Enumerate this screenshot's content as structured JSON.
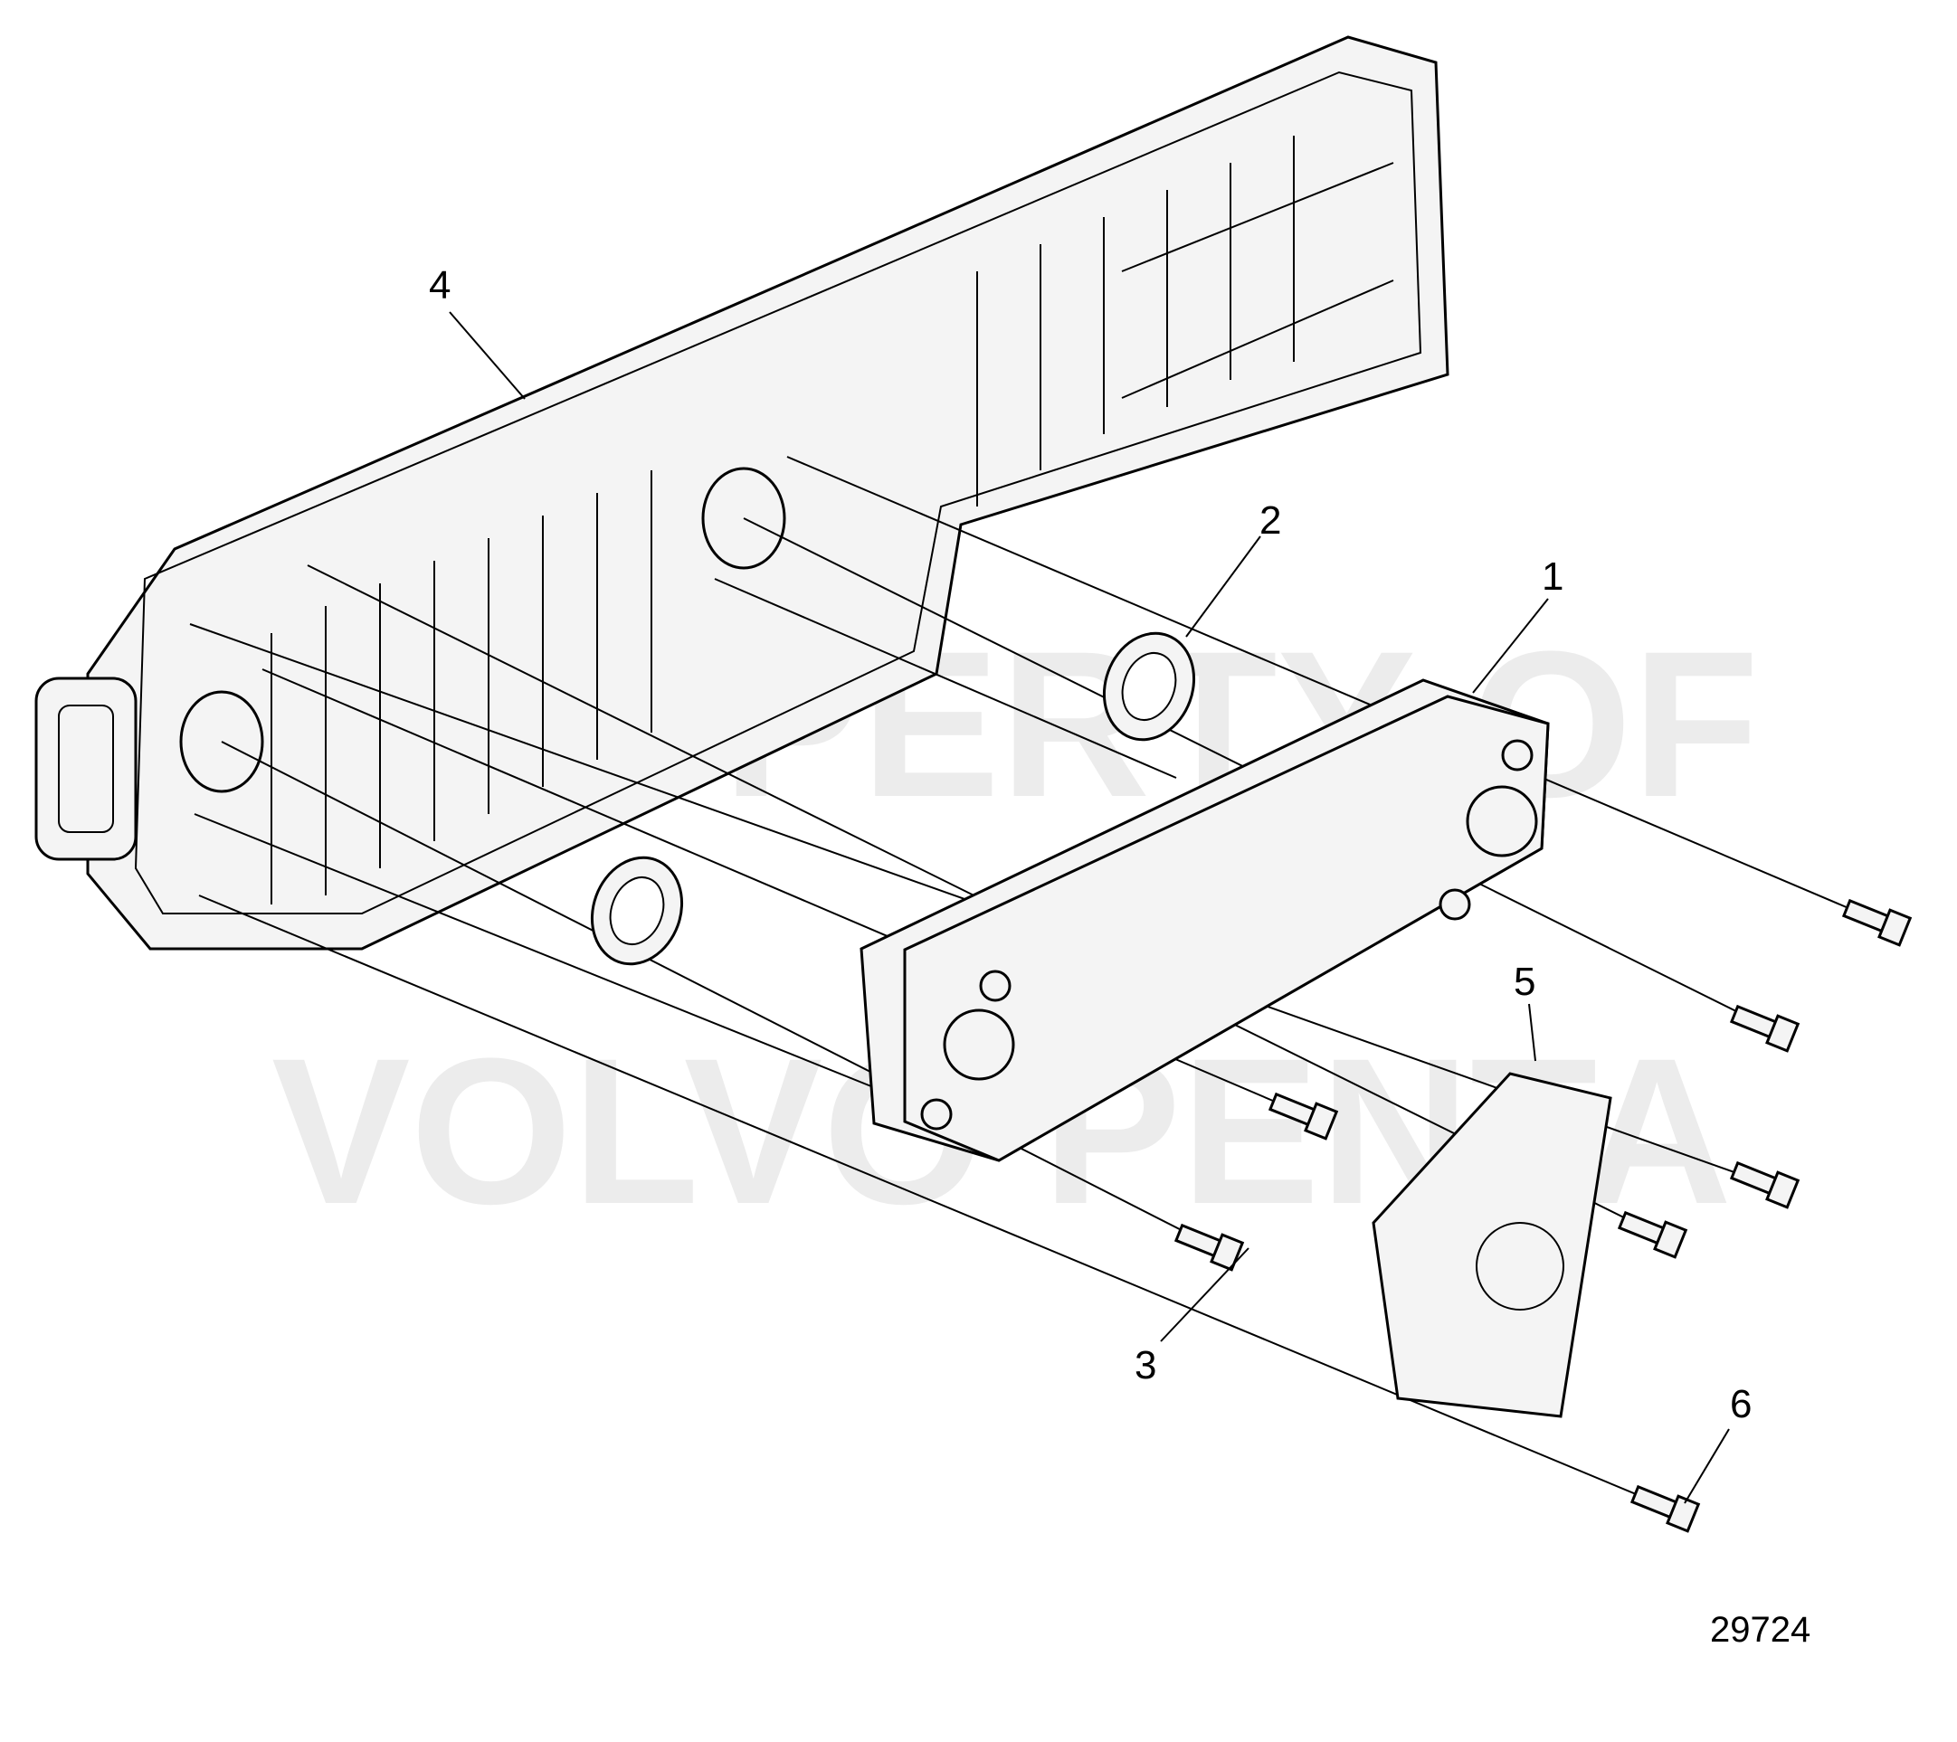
{
  "watermark": {
    "line1": "PROPERTY OF",
    "line2": "VOLVO PENTA"
  },
  "callouts": [
    {
      "number": "1",
      "part": "oil-cooler"
    },
    {
      "number": "2",
      "part": "gasket"
    },
    {
      "number": "3",
      "part": "bolt"
    },
    {
      "number": "4",
      "part": "housing"
    },
    {
      "number": "5",
      "part": "shield"
    },
    {
      "number": "6",
      "part": "bolt"
    }
  ],
  "figure_number": "29724"
}
